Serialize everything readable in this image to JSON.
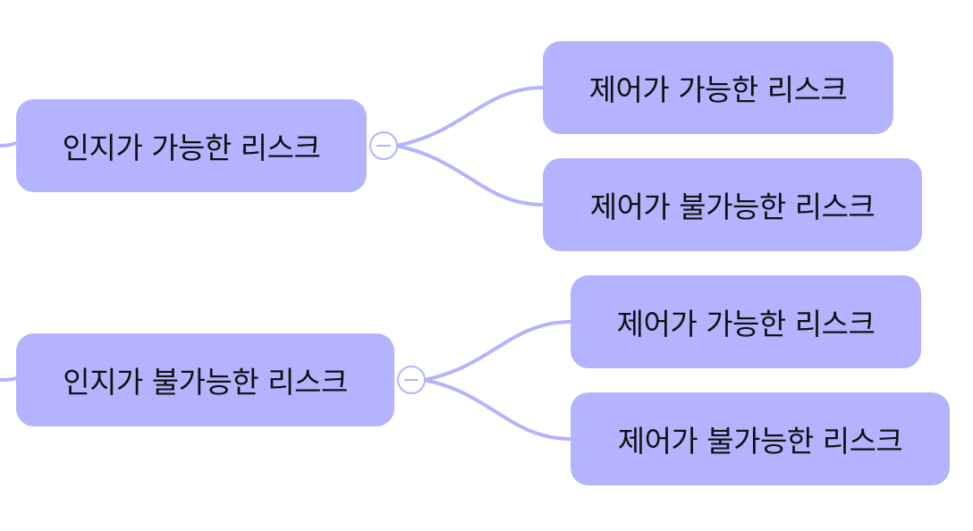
{
  "colors": {
    "node_fill": "#b4b3ff",
    "connector": "#b4b3ff",
    "text": "#111111"
  },
  "mindmap": {
    "branches": [
      {
        "label": "인지가 가능한 리스크",
        "collapse_icon": "minus-circle-icon",
        "children": [
          {
            "label": "제어가 가능한 리스크"
          },
          {
            "label": "제어가 불가능한 리스크"
          }
        ]
      },
      {
        "label": "인지가 불가능한 리스크",
        "collapse_icon": "minus-circle-icon",
        "children": [
          {
            "label": "제어가 가능한 리스크"
          },
          {
            "label": "제어가 불가능한 리스크"
          }
        ]
      }
    ]
  }
}
